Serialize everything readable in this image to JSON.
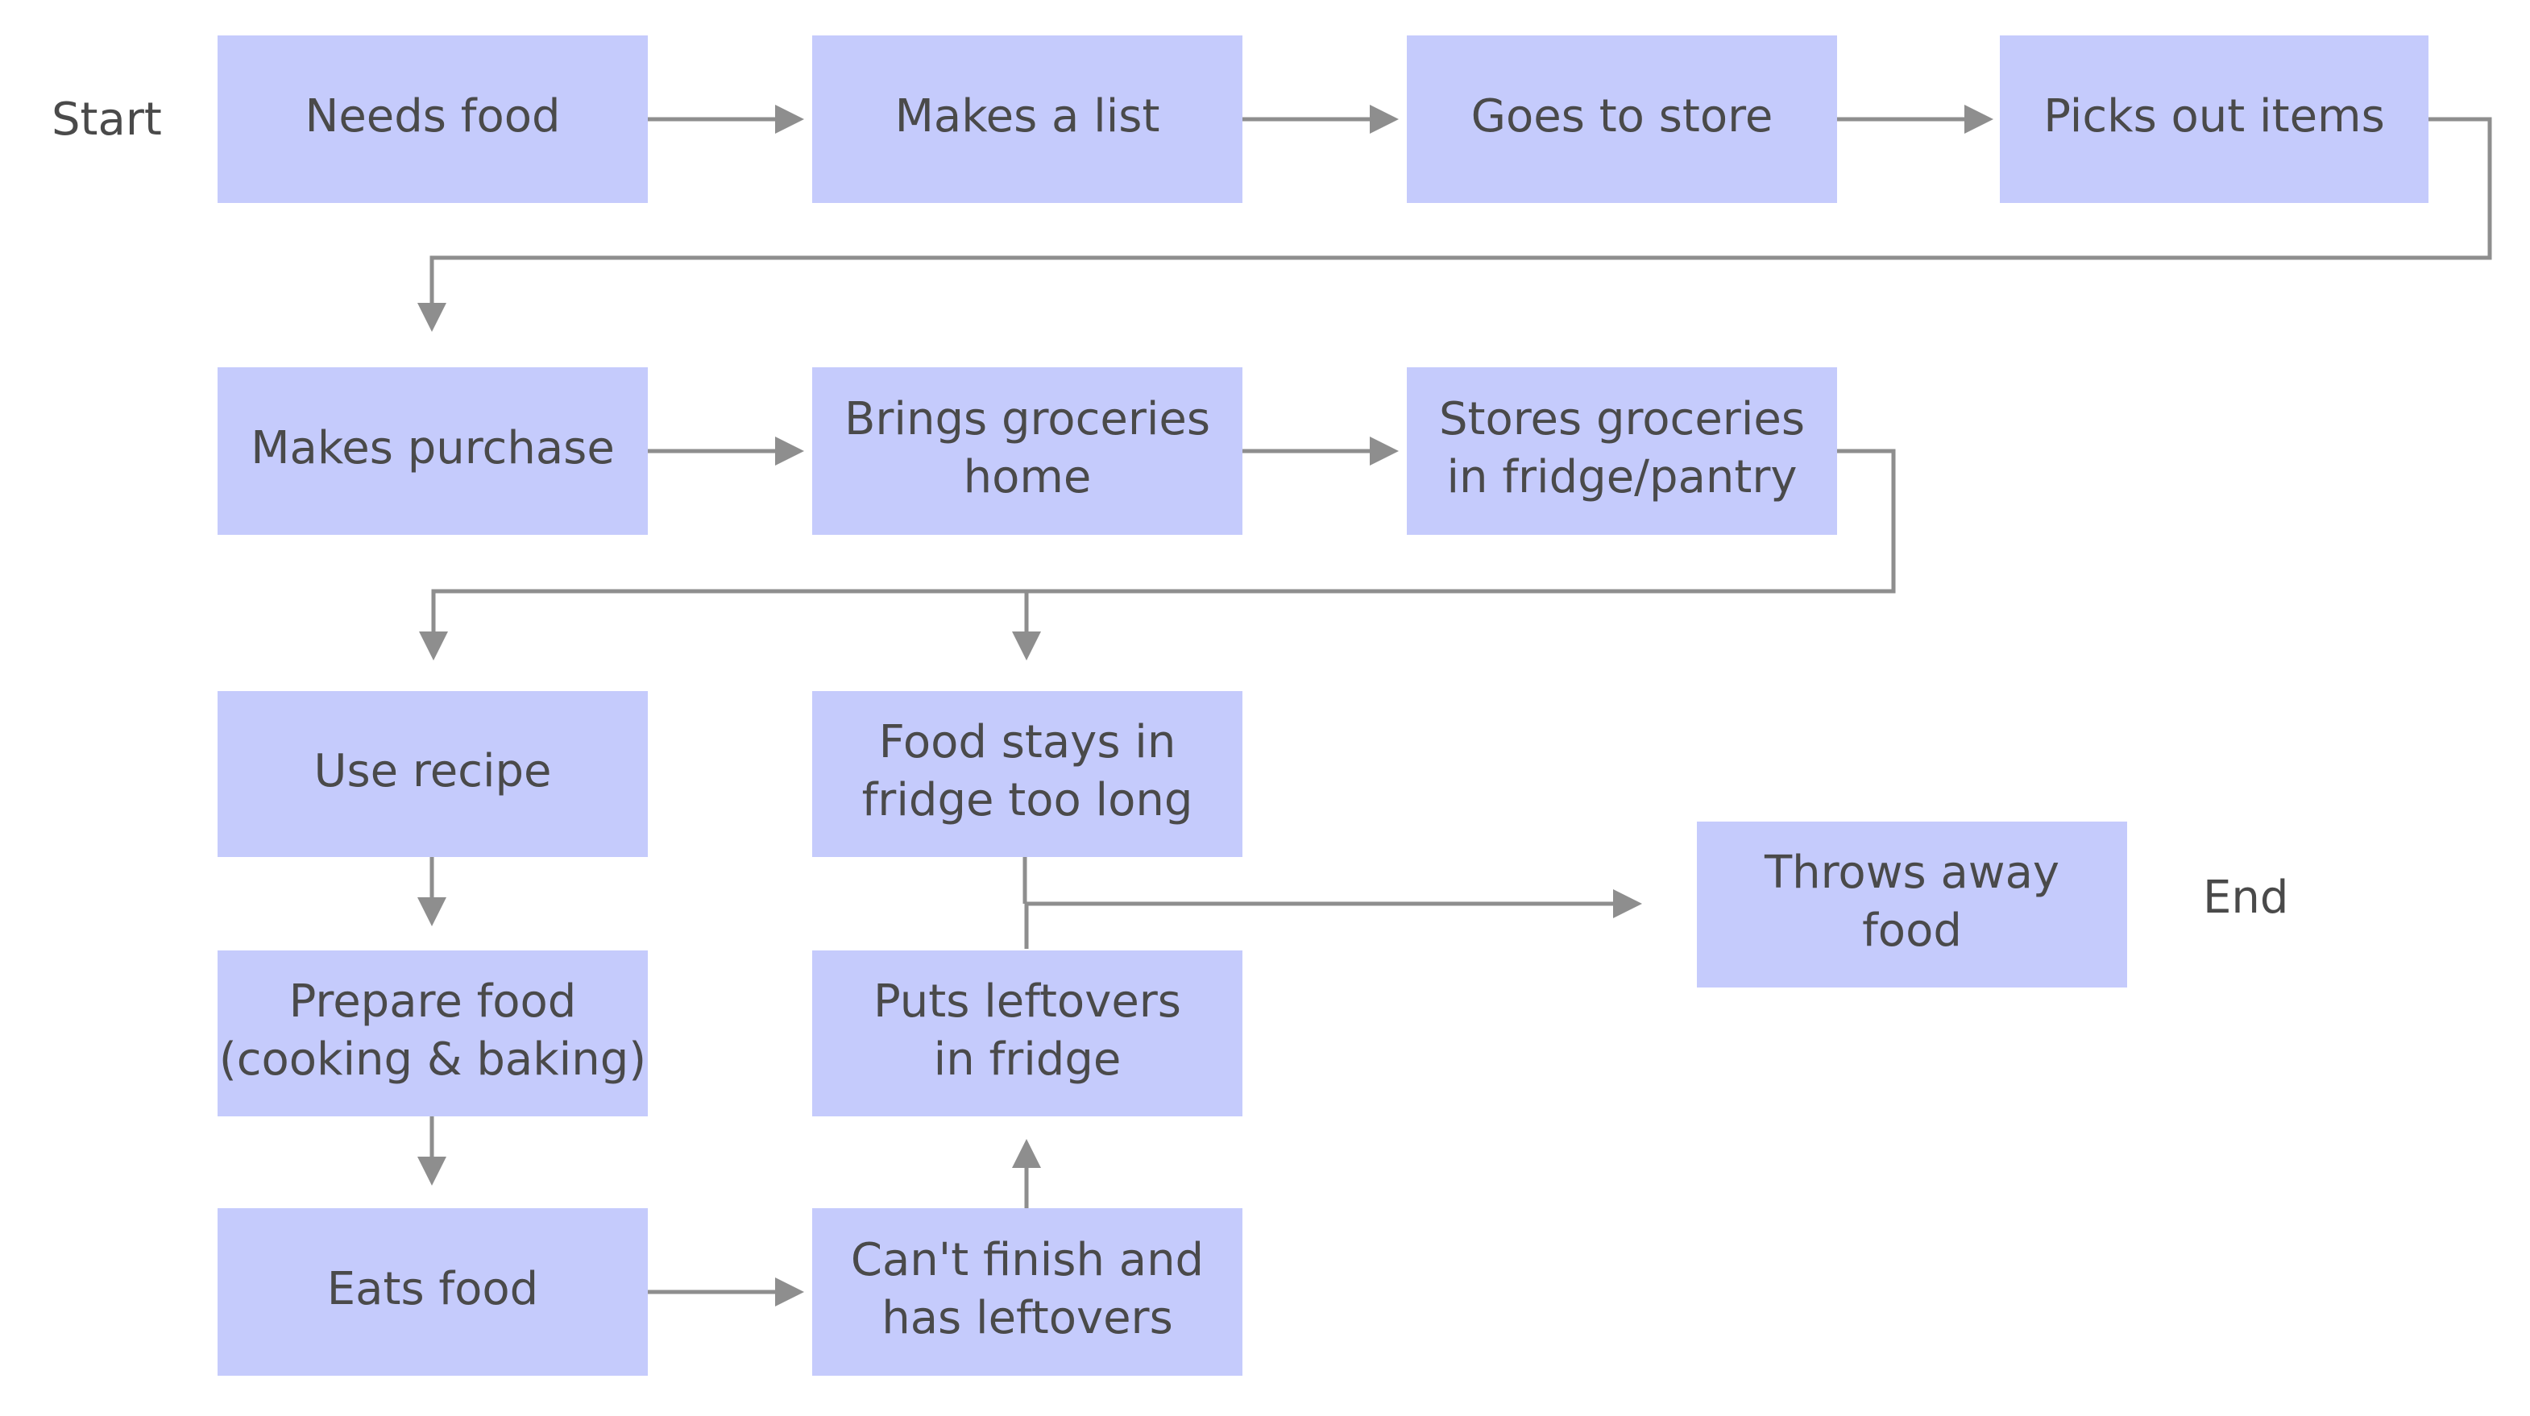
{
  "start_label": "Start",
  "end_label": "End",
  "nodes": {
    "needs_food": [
      "Needs food"
    ],
    "makes_list": [
      "Makes a list"
    ],
    "goes_to_store": [
      "Goes to store"
    ],
    "picks_out_items": [
      "Picks out items"
    ],
    "makes_purchase": [
      "Makes purchase"
    ],
    "brings_groceries_home": [
      "Brings groceries",
      "home"
    ],
    "stores_groceries": [
      "Stores groceries",
      "in fridge/pantry"
    ],
    "use_recipe": [
      "Use recipe"
    ],
    "food_stays": [
      "Food stays in",
      "fridge too long"
    ],
    "prepare_food": [
      "Prepare food",
      "(cooking & baking)"
    ],
    "puts_leftovers": [
      "Puts leftovers",
      "in fridge"
    ],
    "eats_food": [
      "Eats food"
    ],
    "cant_finish": [
      "Can't finish and",
      "has leftovers"
    ],
    "throws_away": [
      "Throws away",
      "food"
    ]
  },
  "edges": [
    [
      "needs_food",
      "makes_list"
    ],
    [
      "makes_list",
      "goes_to_store"
    ],
    [
      "goes_to_store",
      "picks_out_items"
    ],
    [
      "picks_out_items",
      "makes_purchase"
    ],
    [
      "makes_purchase",
      "brings_groceries_home"
    ],
    [
      "brings_groceries_home",
      "stores_groceries"
    ],
    [
      "stores_groceries",
      "use_recipe"
    ],
    [
      "stores_groceries",
      "food_stays"
    ],
    [
      "use_recipe",
      "prepare_food"
    ],
    [
      "prepare_food",
      "eats_food"
    ],
    [
      "eats_food",
      "cant_finish"
    ],
    [
      "cant_finish",
      "puts_leftovers"
    ],
    [
      "puts_leftovers",
      "throws_away"
    ],
    [
      "food_stays",
      "throws_away"
    ]
  ],
  "colors": {
    "node_fill": "#c5cbfc",
    "text": "#4a4a4a",
    "edge": "#8e8e8e"
  }
}
